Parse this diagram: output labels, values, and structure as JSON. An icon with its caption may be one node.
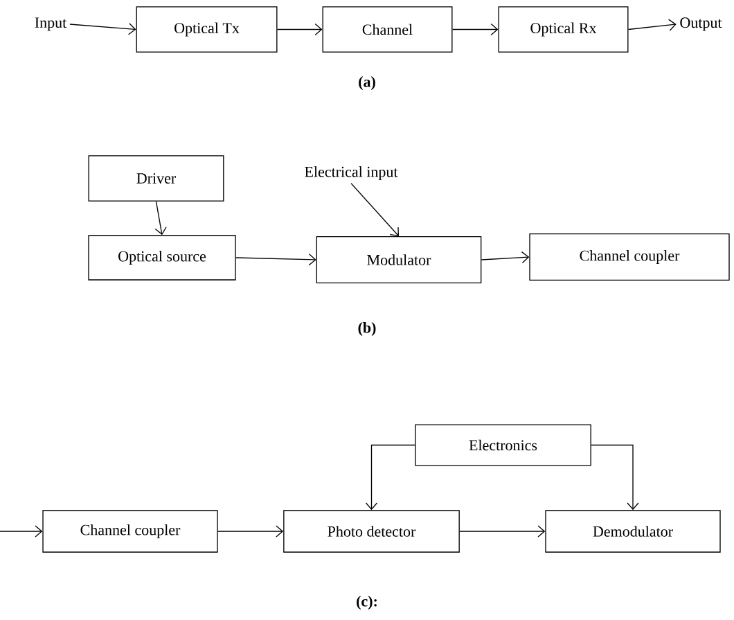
{
  "diagram": {
    "nodes": [
      {
        "text": [
          "Input"
        ]
      },
      {
        "text": [
          "Optical Tx"
        ]
      },
      {
        "text": [
          "Channel"
        ]
      },
      {
        "text": [
          "Optical Rx"
        ]
      },
      {
        "text": [
          "Output"
        ]
      },
      {
        "text": [
          "Driver"
        ]
      },
      {
        "text": [
          "Electrical input"
        ]
      },
      {
        "text": [
          "Optical source"
        ]
      },
      {
        "text": [
          "Modulator"
        ]
      },
      {
        "text": [
          "Channel coupler"
        ]
      },
      {
        "text": [
          "Electronics"
        ]
      },
      {
        "text": [
          "Channel coupler"
        ]
      },
      {
        "text": [
          "Photo detector"
        ]
      },
      {
        "text": [
          "Demodulator"
        ]
      }
    ],
    "edges": [
      {
        "from": 0,
        "to": 1,
        "arrow": "to"
      },
      {
        "from": 1,
        "to": 2,
        "arrow": "to"
      },
      {
        "from": 2,
        "to": 3,
        "arrow": "to"
      },
      {
        "from": 3,
        "to": 4,
        "arrow": "to"
      },
      {
        "from": 5,
        "to": 7,
        "arrow": "to"
      },
      {
        "from": 6,
        "to": 8,
        "arrow": "to"
      },
      {
        "from": 7,
        "to": 8,
        "arrow": "to"
      },
      {
        "from": 8,
        "to": 9,
        "arrow": "to"
      },
      {
        "from": 10,
        "to": 12,
        "arrow": "to"
      },
      {
        "from": 10,
        "to": 13,
        "arrow": "to"
      },
      {
        "from": null,
        "to": 11,
        "arrow": "to"
      },
      {
        "from": 11,
        "to": 12,
        "arrow": "to"
      },
      {
        "from": 12,
        "to": 13,
        "arrow": "to"
      }
    ],
    "labels": [
      "(a)",
      "(b)",
      "(c):"
    ]
  }
}
